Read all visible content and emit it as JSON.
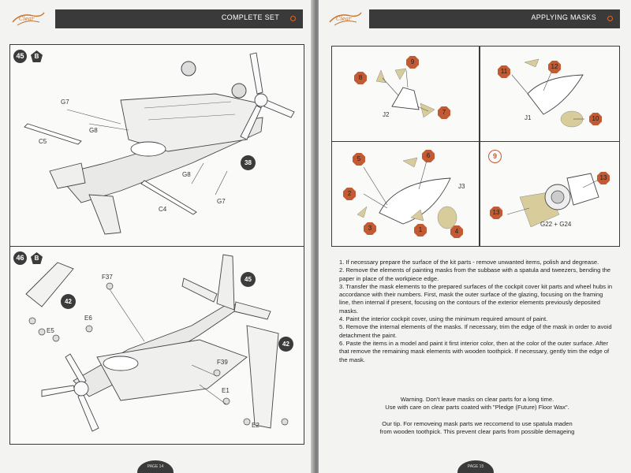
{
  "left_page": {
    "header_title": "COMPLETE SET",
    "page_label": "PAGE 14",
    "steps": [
      {
        "number": "45",
        "badge": "B",
        "refs": [
          "38"
        ],
        "labels": [
          "G7",
          "G8",
          "C5",
          "G8",
          "C4",
          "G7"
        ]
      },
      {
        "number": "46",
        "badge": "B",
        "refs": [
          "45",
          "42",
          "42"
        ],
        "labels": [
          "F37",
          "E6",
          "E5",
          "F39",
          "E1",
          "E2"
        ]
      }
    ]
  },
  "right_page": {
    "header_title": "APPLYING MASKS",
    "page_label": "PAGE 15",
    "mask_panels": [
      {
        "part": "J2",
        "masks": [
          "9",
          "8",
          "7"
        ]
      },
      {
        "part": "J1",
        "masks": [
          "11",
          "12",
          "10"
        ]
      },
      {
        "part": "J3",
        "masks": [
          "5",
          "6",
          "2",
          "3",
          "1",
          "4"
        ]
      },
      {
        "part": "G22 + G24",
        "badge": "9",
        "masks": [
          "13",
          "13"
        ]
      }
    ],
    "instructions": [
      "1. If necessary prepare the surface of the kit parts - remove unwanted items, polish and degrease.",
      "2. Remove the elements of painting masks from the subbase with a spatula and tweezers, bending the paper in place of the workpiece edge.",
      "3. Transfer the mask elements to the prepared surfaces of the cockpit cover kit parts and wheel hubs in accordance with their numbers. First, mask the outer surface of the glazing, focusing on the framing line, then internal if present, focusing on the contours of the exterior elements previously deposited masks.",
      "4. Paint the interior cockpit cover, using the minimum required amount of paint.",
      "5. Remove the internal elements of the masks. If necessary, trim the edge of the mask in order to avoid detachment the paint.",
      "6. Paste the items in a model and paint it first interior color, then at the color of the outer surface.  After that  remove the remaining mask elements with wooden toothpick. If necessary, gently trim the edge of the mask."
    ],
    "warning": [
      "Warning. Don't leave masks on clear parts for a long time.",
      "Use with care on clear parts coated with \"Pledge (Future) Floor Wax\"."
    ],
    "tip": [
      "Our tip. For removeing mask parts we reccomend to use spatula maden",
      "from wooden toothpick. This prevent clear parts from possible demageing"
    ]
  },
  "colors": {
    "header_bg": "#3a3a3b",
    "accent": "#d96a2a",
    "mask_number": "#c25a33",
    "mask_fill": "#d8cc9a",
    "page": "#f3f3f1"
  }
}
